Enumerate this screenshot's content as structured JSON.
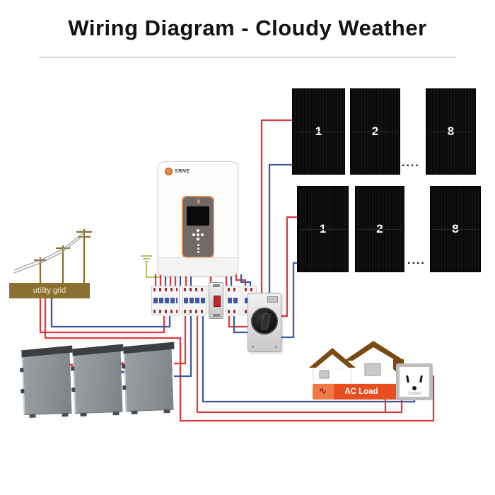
{
  "title": "Wiring Diagram - Cloudy Weather",
  "pv": {
    "row1": {
      "p1": "1",
      "p2": "2",
      "p8": "8",
      "dots": "...."
    },
    "row2": {
      "p1": "1",
      "p2": "2",
      "p8": "8",
      "dots": "...."
    }
  },
  "inverter": {
    "brand": "SRNE"
  },
  "utility": {
    "label": "utility grid"
  },
  "load": {
    "label": "AC Load",
    "waveform": "∿"
  },
  "socket": {
    "label": "Socket"
  },
  "colors": {
    "wire_red": "#dc3a3d",
    "wire_blue": "#3f57a5",
    "panel_black": "#0b0b0b",
    "pole_brown": "#8a7031",
    "roof_brown": "#7a4a12",
    "load_orange": "#e84e20",
    "battery_gray": "#8d9195",
    "accent_orange": "#e2873f",
    "ground_green": "#a6c85a"
  }
}
